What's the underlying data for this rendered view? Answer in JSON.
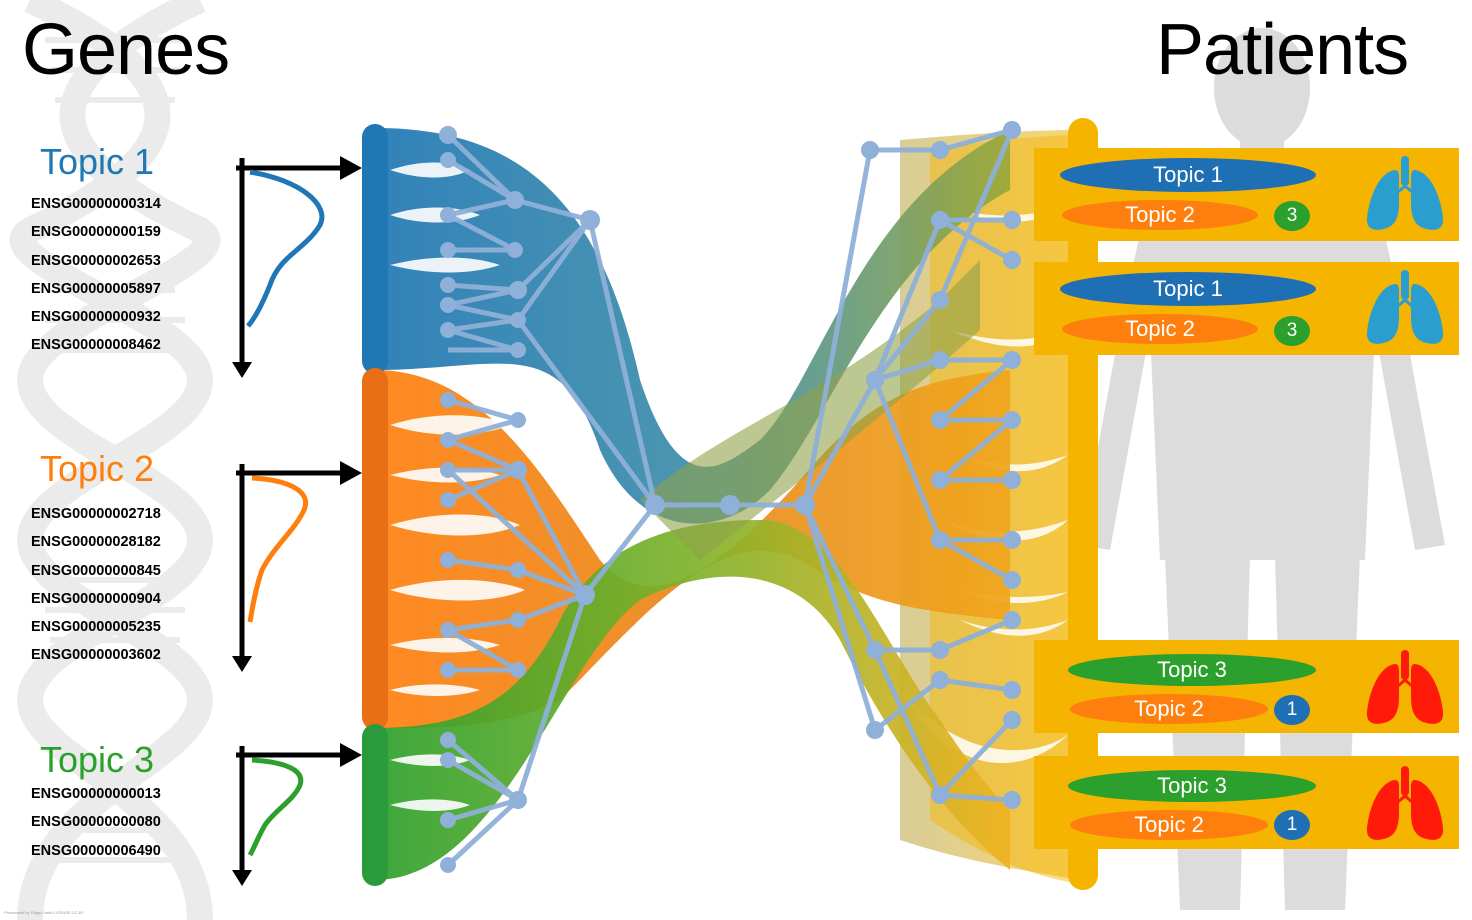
{
  "titles": {
    "left": "Genes",
    "right": "Patients"
  },
  "gene_topics": [
    {
      "label": "Topic 1",
      "color": "#1f77b4",
      "genes": [
        "ENSG00000000314",
        "ENSG00000000159",
        "ENSG00000002653",
        "ENSG00000005897",
        "ENSG00000000932",
        "ENSG00000008462"
      ]
    },
    {
      "label": "Topic 2",
      "color": "#ff7f0e",
      "genes": [
        "ENSG00000002718",
        "ENSG00000028182",
        "ENSG00000000845",
        "ENSG00000000904",
        "ENSG00000005235",
        "ENSG00000003602"
      ]
    },
    {
      "label": "Topic 3",
      "color": "#2ca02c",
      "genes": [
        "ENSG00000000013",
        "ENSG00000000080",
        "ENSG00000006490"
      ]
    }
  ],
  "patients": [
    {
      "primary": "Topic 1",
      "secondary": "Topic 2",
      "count": "3",
      "lung": "blue-lungs-icon"
    },
    {
      "primary": "Topic 1",
      "secondary": "Topic 2",
      "count": "3",
      "lung": "blue-lungs-icon"
    },
    {
      "primary": "Topic 3",
      "secondary": "Topic 2",
      "count": "1",
      "lung": "red-lungs-icon"
    },
    {
      "primary": "Topic 3",
      "secondary": "Topic 2",
      "count": "1",
      "lung": "red-lungs-icon"
    }
  ],
  "colors": {
    "topic1": "#1f77b4",
    "topic2": "#ff7f0e",
    "topic3": "#2ca02c",
    "patient": "#f4b400",
    "tree": "#8fb0d8"
  },
  "credit": "Photocredit by Filippo Valle LICENSE CC-BY"
}
